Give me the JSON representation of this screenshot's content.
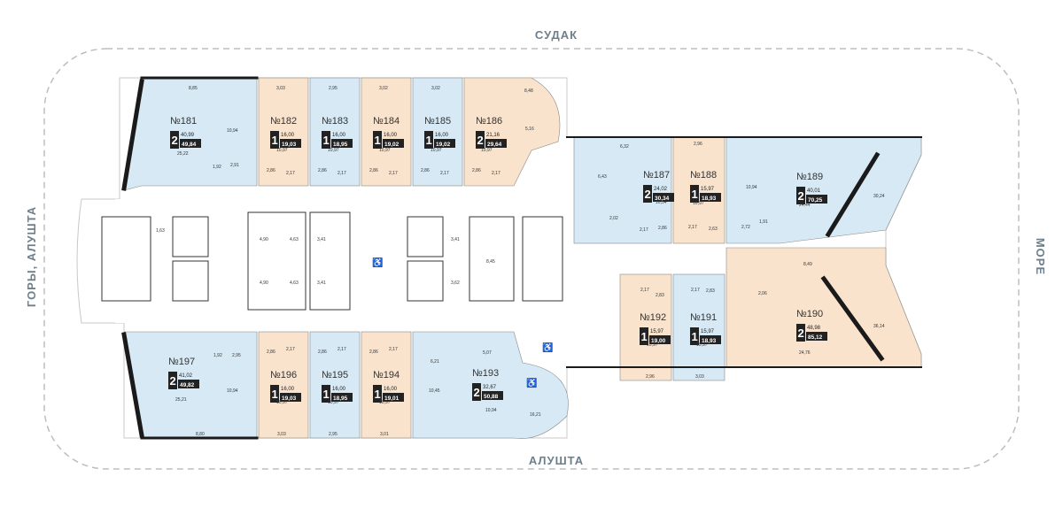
{
  "directions": {
    "north": "СУДАК",
    "south": "АЛУШТА",
    "east": "МОРЕ",
    "west": "ГОРЫ, АЛУШТА"
  },
  "colors": {
    "blue": "#d6e9f5",
    "peach": "#f9e3cd",
    "wall": "#1a1a1a",
    "corridor": "#ffffff",
    "outline": "#bdbdbd"
  },
  "apartments": [
    {
      "id": "181",
      "label": "№181",
      "rooms": "2",
      "living": "40,99",
      "total": "49,84",
      "tone": "blue"
    },
    {
      "id": "182",
      "label": "№182",
      "rooms": "1",
      "living": "16,00",
      "total": "19,03",
      "tone": "peach"
    },
    {
      "id": "183",
      "label": "№183",
      "rooms": "1",
      "living": "16,00",
      "total": "18,95",
      "tone": "blue"
    },
    {
      "id": "184",
      "label": "№184",
      "rooms": "1",
      "living": "16,00",
      "total": "19,02",
      "tone": "peach"
    },
    {
      "id": "185",
      "label": "№185",
      "rooms": "1",
      "living": "16,00",
      "total": "19,02",
      "tone": "blue"
    },
    {
      "id": "186",
      "label": "№186",
      "rooms": "2",
      "living": "21,16",
      "total": "29,64",
      "tone": "peach"
    },
    {
      "id": "187",
      "label": "№187",
      "rooms": "2",
      "living": "24,02",
      "total": "30,34",
      "tone": "blue"
    },
    {
      "id": "188",
      "label": "№188",
      "rooms": "1",
      "living": "15,97",
      "total": "18,93",
      "tone": "peach"
    },
    {
      "id": "189",
      "label": "№189",
      "rooms": "2",
      "living": "40,01",
      "total": "70,25",
      "tone": "blue"
    },
    {
      "id": "190",
      "label": "№190",
      "rooms": "2",
      "living": "48,98",
      "total": "85,12",
      "tone": "peach"
    },
    {
      "id": "191",
      "label": "№191",
      "rooms": "1",
      "living": "15,97",
      "total": "18,93",
      "tone": "blue"
    },
    {
      "id": "192",
      "label": "№192",
      "rooms": "1",
      "living": "15,97",
      "total": "19,00",
      "tone": "peach"
    },
    {
      "id": "193",
      "label": "№193",
      "rooms": "2",
      "living": "32,67",
      "total": "50,88",
      "tone": "blue"
    },
    {
      "id": "194",
      "label": "№194",
      "rooms": "1",
      "living": "16,00",
      "total": "19,01",
      "tone": "peach"
    },
    {
      "id": "195",
      "label": "№195",
      "rooms": "1",
      "living": "16,00",
      "total": "18,95",
      "tone": "blue"
    },
    {
      "id": "196",
      "label": "№196",
      "rooms": "1",
      "living": "16,00",
      "total": "19,03",
      "tone": "peach"
    },
    {
      "id": "197",
      "label": "№197",
      "rooms": "2",
      "living": "41,02",
      "total": "49,82",
      "tone": "blue"
    }
  ],
  "room_areas": [
    "8,85",
    "10,94",
    "25,22",
    "1,92",
    "2,91",
    "3,03",
    "10,97",
    "2,86",
    "2,17",
    "2,95",
    "10,97",
    "2,86",
    "2,17",
    "3,02",
    "10,97",
    "2,86",
    "2,17",
    "3,02",
    "10,97",
    "2,86",
    "2,17",
    "8,48",
    "5,16",
    "10,97",
    "2,86",
    "2,17",
    "6,32",
    "6,43",
    "10,54",
    "2,02",
    "2,17",
    "2,86",
    "2,96",
    "10,97",
    "2,17",
    "2,63",
    "10,94",
    "1,91",
    "2,72",
    "24,44",
    "30,24",
    "8,49",
    "2,06",
    "36,14",
    "24,76",
    "2,17",
    "2,83",
    "10,97",
    "2,96",
    "2,17",
    "2,83",
    "10,97",
    "3,03",
    "6,21",
    "5,07",
    "10,45",
    "10,94",
    "16,21",
    "2,86",
    "2,17",
    "10,97",
    "3,01",
    "2,86",
    "2,17",
    "10,97",
    "2,95",
    "2,86",
    "2,17",
    "10,97",
    "3,03",
    "1,92",
    "2,95",
    "10,94",
    "25,21",
    "8,80",
    "1,63",
    "4,90",
    "4,63",
    "3,41",
    "4,90",
    "4,63",
    "3,41",
    "3,41",
    "8,45",
    "3,62"
  ]
}
